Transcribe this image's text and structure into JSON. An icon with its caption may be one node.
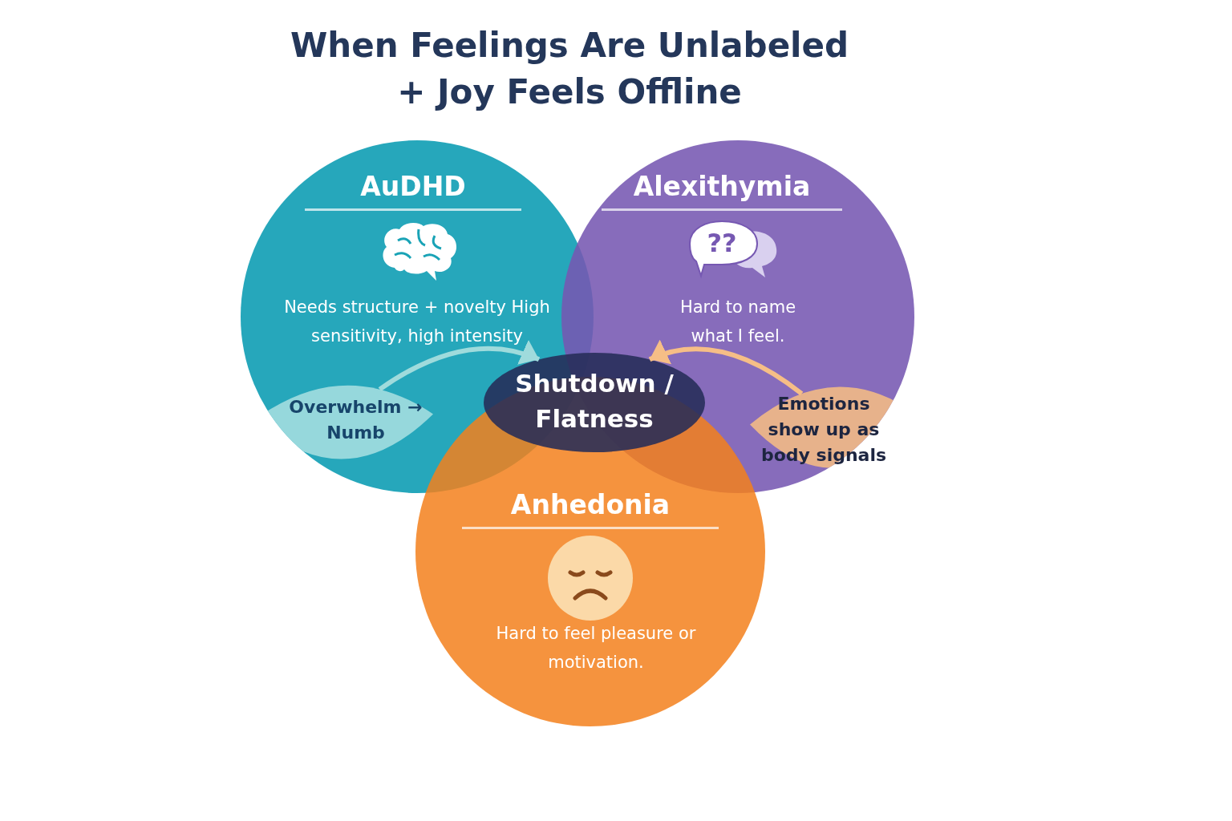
{
  "diagram": {
    "title": "When Feelings Are Unlabeled + Joy Feels Offline",
    "nodes": [
      {
        "text": [
          "AuDHD",
          "Needs structure + novelty High sensitivity, high intensity"
        ]
      },
      {
        "text": [
          "Alexithymia",
          "Hard to name what I feel."
        ]
      },
      {
        "text": [
          "Anhedonia",
          "Hard to feel pleasure or motivation."
        ]
      },
      {
        "text": [
          "Overwhelm → Numb"
        ],
        "in": 0
      },
      {
        "text": [
          "Shutdown / Flatness"
        ]
      },
      {
        "text": [
          "Emotions show up as body signals"
        ],
        "in": 1
      }
    ],
    "edges": [
      {
        "from": 3,
        "to": 4,
        "arrow": "to",
        "color": "#9fdbdc"
      },
      {
        "from": 5,
        "to": 4,
        "arrow": "to",
        "color": "#f6be86"
      }
    ],
    "labels": [
      "??"
    ]
  }
}
